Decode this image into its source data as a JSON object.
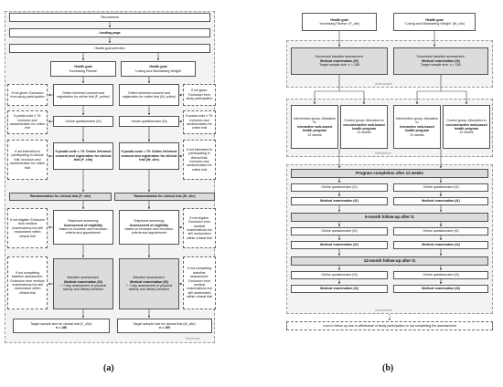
{
  "left": {
    "recruitment": "Recruitment",
    "landing": "Landing page",
    "health_goal_selection": "Health goal selection",
    "goal_fitness_title": "Health goal",
    "goal_fitness_sub": "\"Increasing Fitness\"",
    "goal_weight_title": "Health goal",
    "goal_weight_sub": "\"Losing and Maintaining Weight\"",
    "consent_fit": "Online informed consent and registration for online trial (F_online)",
    "consent_wgt": "Online informed consent and registration for online trial (W_online)",
    "not_given_l": "If not given: Exclusion from study participation",
    "not_given_r": "If not given: Exclusion from study participation",
    "postal_l": "If postal code ≠ 79: Inclusion and randomization for online trial",
    "postal_r": "If postal code ≠ 79: Inclusion and randomization for online trial",
    "questionnaire_fit": "Online questionnaire (t0)",
    "questionnaire_wgt": "Online questionnaire (t0)",
    "notint_l": "If not interested in participating in clinical trial: Inclusion and randomization for online trial",
    "notint_r": "If not interested in participating in clinical trial: Inclusion and randomization for online trial",
    "clin_consent_fit": "If postal code = 79: Online informed consent and registration for clinical trial (F_clin)",
    "clin_consent_wgt": "If postal code = 79: Online informed consent and registration for clinical trial (W_clin)",
    "rand_fit": "Randomization for clinical trial (F_clin)",
    "rand_wgt": "Randomization for clinical trial (W_clin)",
    "phone_fit_a": "Telephone screening:",
    "phone_fit_b": "Assessment of eligibility",
    "phone_fit_c": "based on inclusion and exclusion criteria and appointment",
    "phone_wgt_a": "Telephone screening:",
    "phone_wgt_b": "Assessment of eligibility",
    "phone_wgt_c": "based on inclusion and exclusion criteria and appointment",
    "noteligible_l": "If not eligible: Exclusion from medical examinations but still randomized within clinical trial",
    "noteligible_r": "If not eligible: Exclusion from medical examinations but still randomized within clinical trial",
    "baseline_fit_a": "Baseline assessment:",
    "baseline_fit_b": "Medical examination (t0)",
    "baseline_fit_c": "+ 7-day assessment of physical activity and dietary behavior",
    "baseline_wgt_a": "Baseline assessment:",
    "baseline_wgt_b": "Medical examination (t0)",
    "baseline_wgt_c": "+ 7-day assessment of physical activity and dietary behavior",
    "notcompl_l": "If not completing baseline assessment: Exclusion from medical examinations but still randomized within clinical trial",
    "notcompl_r": "If not completing baseline assessment: Exclusion from medical examinations but still randomized within clinical trial",
    "target_fit_a": "Target sample size for clinical trial (F_clin):",
    "target_fit_b": "n = 186",
    "target_wgt_a": "Target sample size for clinical trial (W_clin):",
    "target_wgt_b": "n = 150",
    "enrolment": "Enrolment",
    "caption": "(a)"
  },
  "right": {
    "goal_fit_title": "Health goal",
    "goal_fit_sub": "\"Increasing Fitness\" (F_clin)",
    "goal_wgt_title": "Health goal",
    "goal_wgt_sub": "\"Losing and Maintaining Weight\" (W_clin)",
    "base_fit_a": "Successful baseline assessment:",
    "base_fit_b": "Medical examination (t0)",
    "base_fit_c": "Target sample size: n = 186",
    "base_wgt_a": "Successful baseline assessment:",
    "base_wgt_b": "Medical examination (t0)",
    "base_wgt_c": "Target sample size: n = 150",
    "assessment_label": "Assessment",
    "groups": [
      {
        "a": "Intervention group: Allocation to",
        "b": "interactive web-based health program",
        "c": "12 weeks"
      },
      {
        "a": "Control group: Allocation to",
        "b": "non-interactive web-based health program",
        "c": "12 weeks"
      },
      {
        "a": "Intervention group: Allocation to",
        "b": "interactive web-based health program",
        "c": "12 weeks"
      },
      {
        "a": "Control group: Allocation to",
        "b": "non-interactive web-based health program",
        "c": "12 weeks"
      }
    ],
    "intervention_label": "Intervention",
    "completion": "Program completion after 12 weeks",
    "q_t1_l": "Online questionnaire (t1)",
    "q_t1_r": "Online questionnaire (t1)",
    "m_t1_l": "Medical examination (t1)",
    "m_t1_r": "Medical examination (t1)",
    "fu6": "6-month follow-up after t1",
    "q_t2_l": "Online questionnaire (t2)",
    "q_t2_r": "Online questionnaire (t2)",
    "m_t2_l": "Medical examination (t2)",
    "m_t2_r": "Medical examination (t2)",
    "fu12": "12-month follow-up after t1",
    "q_t3_l": "Online questionnaire (t3)",
    "q_t3_r": "Online questionnaire (t3)",
    "m_t3_l": "Medical examination (t3)",
    "m_t3_r": "Medical examination (t3)",
    "assessment_label2": "Assessment",
    "loss": "Loss to follow-up due to withdrawal of study participation or not completing the assessments",
    "caption": "(b)"
  }
}
